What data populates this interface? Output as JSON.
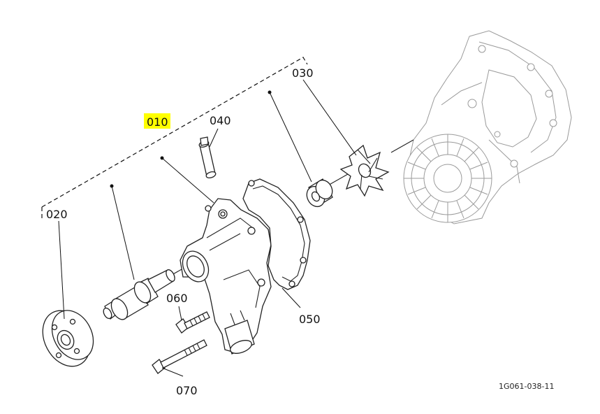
{
  "labels": {
    "assembly": "010",
    "flange": "020",
    "impeller": "030",
    "pin": "040",
    "gasket": "050",
    "bolt_short": "060",
    "bolt_long": "070"
  },
  "document_id": "1G061-038-11",
  "highlight_color": "#ffff00"
}
